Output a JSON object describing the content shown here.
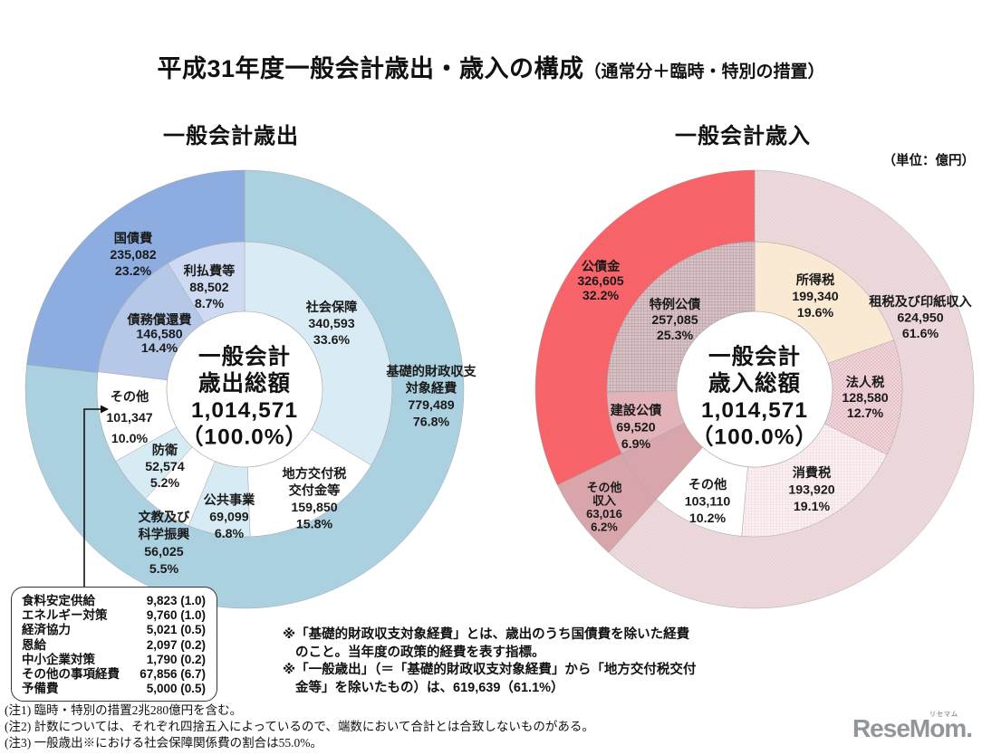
{
  "header": {
    "title": "平成31年度一般会計歳出・歳入の構成",
    "title_suffix": "（通常分＋臨時・特別の措置）",
    "unit_label": "（単位：億円）"
  },
  "chart_data": [
    {
      "type": "donut",
      "title": "一般会計歳出",
      "total": "1,014,571",
      "center_lines": [
        "一般会計",
        "歳出総額",
        "1,014,571",
        "（100.0%）"
      ],
      "outer_ring": [
        {
          "id": "pb-expenses",
          "label": "基礎的財政収支対象経費",
          "label_lines": [
            "基礎的財政収支",
            "対象経費"
          ],
          "value": "779,489",
          "pct": 76.8,
          "color": "#abd1e0"
        },
        {
          "id": "kokusaihi",
          "label": "国債費",
          "value": "235,082",
          "pct": 23.2,
          "color": "#8dade0"
        }
      ],
      "inner_ring": [
        {
          "id": "shakai-hosho",
          "label": "社会保障",
          "value": "340,593",
          "pct": 33.6,
          "color": "#d9ecf5"
        },
        {
          "id": "chihokofuzei",
          "label": "地方交付税交付金等",
          "label_lines": [
            "地方交付税",
            "交付金等"
          ],
          "value": "159,850",
          "pct": 15.8,
          "color": "#ffffff"
        },
        {
          "id": "kokyo-jigyo",
          "label": "公共事業",
          "value": "69,099",
          "pct": 6.8,
          "color": "#d7ebf4"
        },
        {
          "id": "bunkyo",
          "label": "文教及び科学振興",
          "label_lines": [
            "文教及び",
            "科学振興"
          ],
          "value": "56,025",
          "pct": 5.5,
          "color": "#ffffff"
        },
        {
          "id": "boei",
          "label": "防衛",
          "value": "52,574",
          "pct": 5.2,
          "color": "#d7ebf4"
        },
        {
          "id": "sonota",
          "label": "その他",
          "value": "101,347",
          "pct": 10.0,
          "color": "#ffffff"
        },
        {
          "id": "saimu-shokan",
          "label": "債務償還費",
          "value": "146,580",
          "pct": 14.4,
          "color": "#b5c8e8"
        },
        {
          "id": "ribaraihi",
          "label": "利払費等",
          "value": "88,502",
          "pct": 8.7,
          "color": "#cedaf1"
        }
      ]
    },
    {
      "type": "donut",
      "title": "一般会計歳入",
      "total": "1,014,571",
      "center_lines": [
        "一般会計",
        "歳入総額",
        "1,014,571",
        "（100.0%）"
      ],
      "outer_ring": [
        {
          "id": "sozei",
          "label": "租税及び印紙収入",
          "label_lines": [
            "租税及び印紙収入"
          ],
          "value": "624,950",
          "pct": 61.6,
          "color": "#ecdadd",
          "pattern": "dot-pale"
        },
        {
          "id": "sonota-shunyu",
          "label": "その他収入",
          "label_lines": [
            "その他",
            "収入"
          ],
          "value": "63,016",
          "pct": 6.2,
          "color": "#d8a5ab"
        },
        {
          "id": "kosaikin",
          "label": "公債金",
          "value": "326,605",
          "pct": 32.2,
          "color": "#fa696e",
          "pattern": "dot-red"
        }
      ],
      "inner_ring": [
        {
          "id": "shotokuzei",
          "label": "所得税",
          "value": "199,340",
          "pct": 19.6,
          "color": "#fae9d3"
        },
        {
          "id": "hojinzei",
          "label": "法人税",
          "value": "128,580",
          "pct": 12.7,
          "color": "#f1d9dd",
          "pattern": "dot-pink"
        },
        {
          "id": "shohizei",
          "label": "消費税",
          "value": "193,920",
          "pct": 19.1,
          "color": "#fbf1f2",
          "pattern": "grid-light"
        },
        {
          "id": "sonota-rev",
          "label": "その他",
          "value": "103,110",
          "pct": 10.2,
          "color": "#ffffff"
        },
        {
          "id": "sonota-shunyu",
          "label": "その他収入",
          "label_lines": [
            "その他",
            "収入"
          ],
          "value": "63,016",
          "pct": 6.2,
          "color": "#d8a5ab"
        },
        {
          "id": "kensetsu-kosai",
          "label": "建設公債",
          "value": "69,520",
          "pct": 6.9,
          "color": "#e2b3b8"
        },
        {
          "id": "tokurei-kosai",
          "label": "特例公債",
          "value": "257,085",
          "pct": 25.3,
          "color": "#d8c3c6",
          "pattern": "grid-dark"
        }
      ]
    }
  ],
  "callout": {
    "items": [
      {
        "label": "食料安定供給",
        "value": "9,823 (1.0)"
      },
      {
        "label": "エネルギー対策",
        "value": "9,760 (1.0)"
      },
      {
        "label": "経済協力",
        "value": "5,021 (0.5)"
      },
      {
        "label": "恩給",
        "value": "2,097 (0.2)"
      },
      {
        "label": "中小企業対策",
        "value": "1,790 (0.2)"
      },
      {
        "label": "その他の事項経費",
        "value": "67,856 (6.7)"
      },
      {
        "label": "予備費",
        "value": "5,000 (0.5)"
      }
    ]
  },
  "notes": {
    "asterisk": [
      {
        "lines": [
          "※「基礎的財政収支対象経費」とは、歳出のうち国債費を除いた経費",
          "のこと。当年度の政策的経費を表す指標。"
        ]
      },
      {
        "lines": [
          "※「一般歳出」（＝「基礎的財政収支対象経費」から「地方交付税交付",
          "金等」を除いたもの）は、619,639（61.1%）"
        ]
      }
    ],
    "numbered": [
      "(注1) 臨時・特別の措置2兆280億円を含む。",
      "(注2) 計数については、それぞれ四捨五入によっているので、端数において合計とは合致しないものがある。",
      "(注3) 一般歳出※における社会保障関係費の割合は55.0%。"
    ]
  },
  "logo": {
    "text": "ReseMom",
    "ruby": "リセマム",
    "period": "."
  }
}
